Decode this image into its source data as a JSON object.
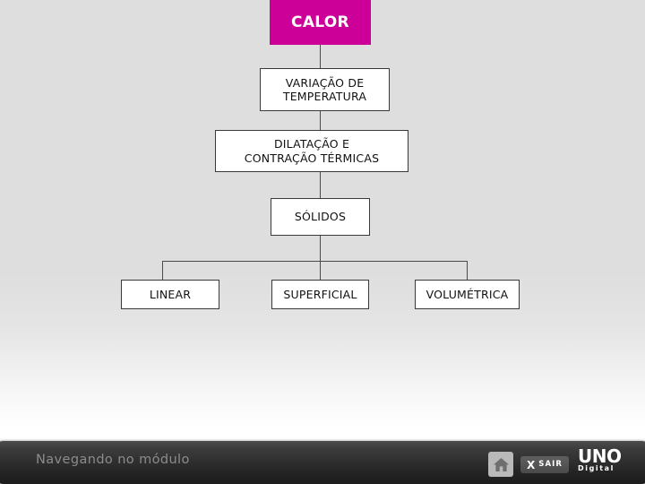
{
  "page": {
    "background_top": "#dedede",
    "background_bottom": "#ffffff"
  },
  "diagram": {
    "accent_color": "#cc0099",
    "node_border_color": "#3a3a3a",
    "connector_color": "#4a4a4a",
    "nodes": [
      {
        "id": "calor",
        "label": "CALOR",
        "level": 0
      },
      {
        "id": "variacao",
        "label": "VARIAÇÃO DE\nTEMPERATURA",
        "level": 1
      },
      {
        "id": "dilatacao",
        "label": "DILATAÇÃO E\nCONTRAÇÃO TÉRMICAS",
        "level": 2
      },
      {
        "id": "solidos",
        "label": "SÓLIDOS",
        "level": 3
      },
      {
        "id": "linear",
        "label": "LINEAR",
        "level": 4
      },
      {
        "id": "superficial",
        "label": "SUPERFICIAL",
        "level": 4
      },
      {
        "id": "volumetrica",
        "label": "VOLUMÉTRICA",
        "level": 4
      }
    ]
  },
  "bottom_bar": {
    "status_label": "Navegando no módulo",
    "home_icon": "home-icon",
    "exit_x": "X",
    "exit_label": "SAIR",
    "logo_mark": "UNO",
    "logo_sub": "Digital"
  }
}
